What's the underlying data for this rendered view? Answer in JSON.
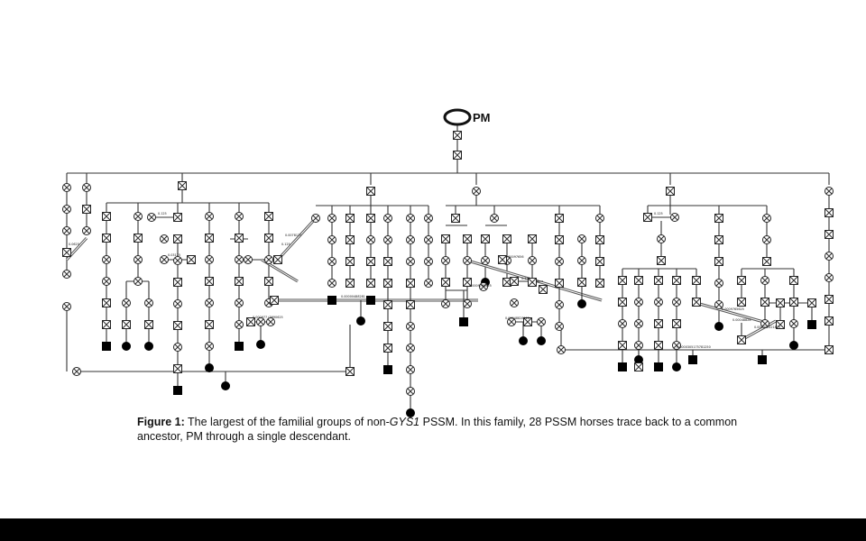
{
  "figure": {
    "caption": {
      "label": "Figure 1:",
      "text_before": " The largest of the familial groups of non-",
      "gene": "GYS1",
      "text_after": " PSSM. In this family, 28 PSSM horses trace back to a common ancestor, PM through a single descendant."
    },
    "root_label": "PM",
    "inbreeding_coefficients": [
      "0.0625",
      "0.125",
      "0.03125",
      "0.0078125",
      "0.125",
      "0.000977 (5690625",
      "0.00000488281",
      "0.00097656",
      "0.0009765625",
      "0.125",
      "0.00048828125",
      "0.125",
      "0.0009765625",
      "0.00048828",
      "0.000732421875",
      "0.0000305175781250"
    ]
  },
  "colors": {
    "background": "#ffffff",
    "line": "#333333",
    "affected": "#000000",
    "bottom_bar": "#000000"
  }
}
